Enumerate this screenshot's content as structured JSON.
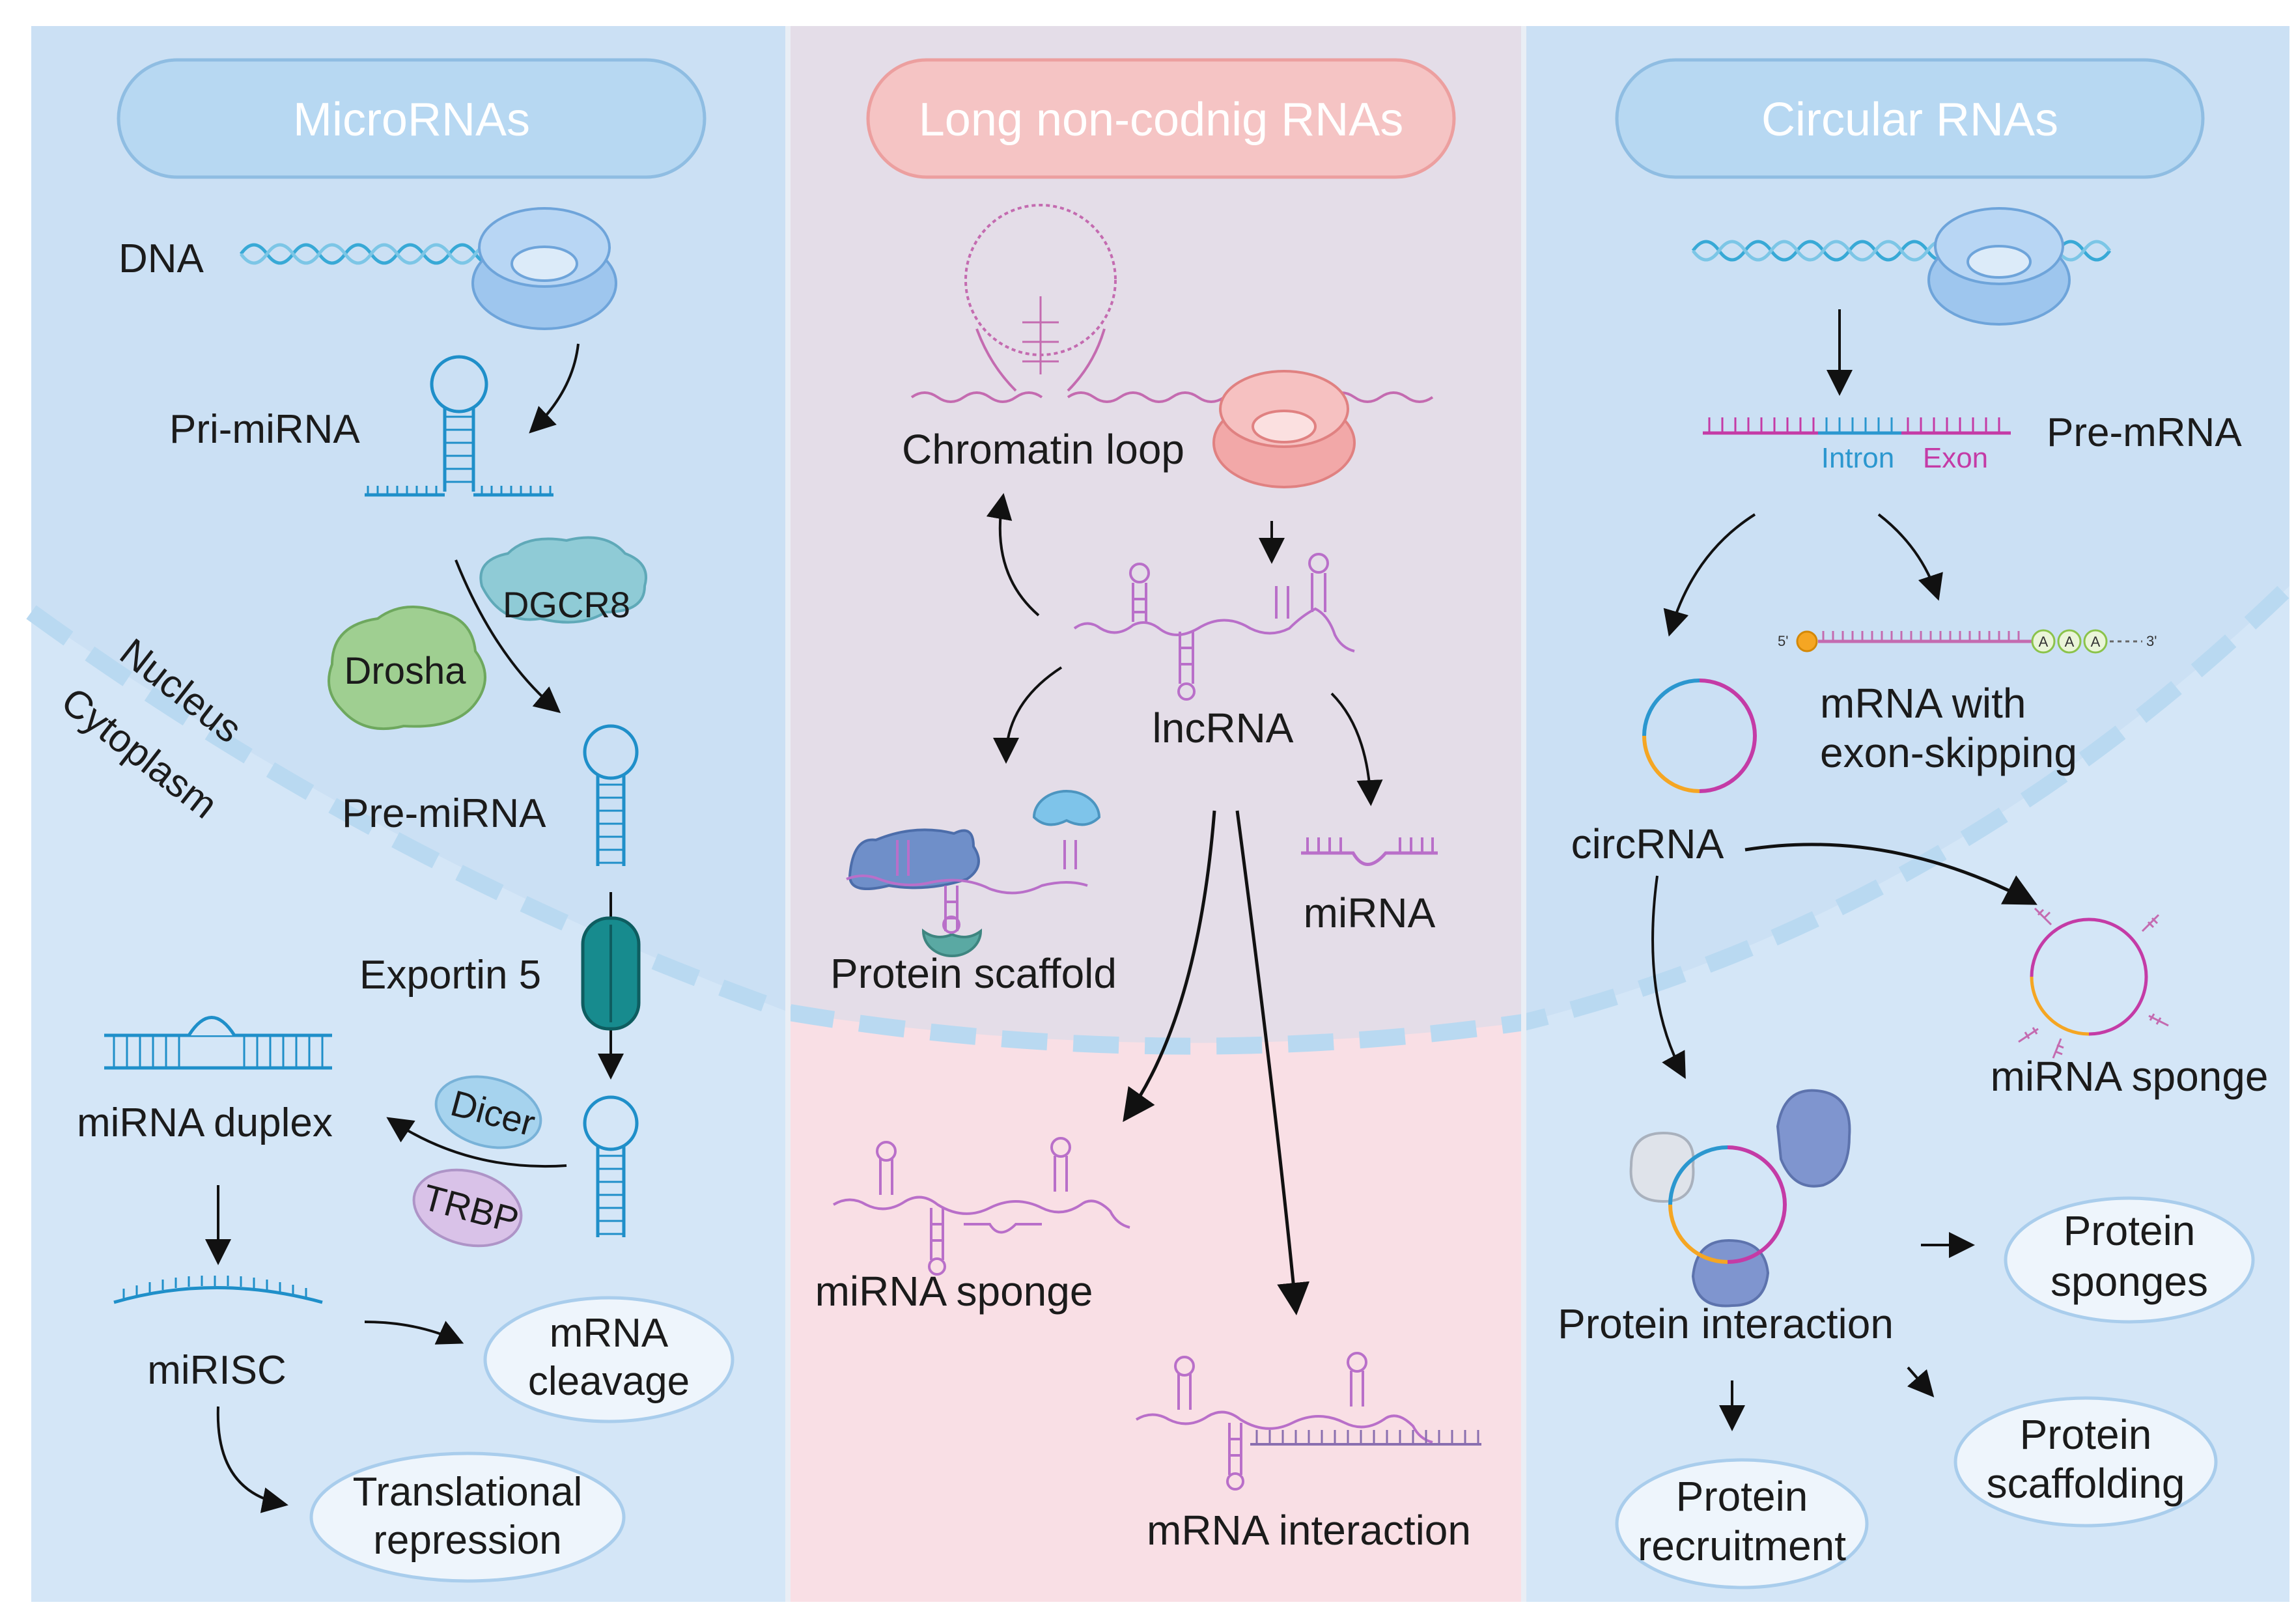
{
  "panels": {
    "mirna": {
      "title": "MicroRNAs",
      "dna": "DNA",
      "pri": "Pri-miRNA",
      "dgcr8": "DGCR8",
      "drosha": "Drosha",
      "nucleus": "Nucleus",
      "cytoplasm": "Cytoplasm",
      "pre": "Pre-miRNA",
      "exportin": "Exportin 5",
      "duplex": "miRNA duplex",
      "dicer": "Dicer",
      "trbp": "TRBP",
      "mirisc": "miRISC",
      "cleavage": [
        "mRNA",
        "cleavage"
      ],
      "repression": [
        "Translational",
        "repression"
      ]
    },
    "lncrna": {
      "title": "Long non-codnig RNAs",
      "loop": "Chromatin loop",
      "lnc": "lncRNA",
      "scaffold": "Protein scaffold",
      "mirna": "miRNA",
      "sponge": "miRNA sponge",
      "interaction": "mRNA interaction"
    },
    "circrna": {
      "title": "Circular RNAs",
      "premrna": "Pre-mRNA",
      "intron": "Intron",
      "exon": "Exon",
      "five": "5'",
      "three": "3'",
      "polya": "A",
      "skipping": [
        "mRNA with",
        "exon-skipping"
      ],
      "circ": "circRNA",
      "sponge": "miRNA sponge",
      "interaction": "Protein interaction",
      "sponges": [
        "Protein",
        "sponges"
      ],
      "scaffolding": [
        "Protein",
        "scaffolding"
      ],
      "recruitment": [
        "Protein",
        "recruitment"
      ]
    }
  },
  "colors": {
    "panel_left": "#d4e6f7",
    "panel_mid": "#e4dde8",
    "panel_mid_bottom": "#f9dfe5",
    "panel_right": "#d4e6f7",
    "pill_blue": "#b7d8f2",
    "pill_pink": "#f5c4c4",
    "rna_blue": "#1f8fc9",
    "rna_purple": "#b96fc9",
    "membrane": "#b9d9f1"
  }
}
